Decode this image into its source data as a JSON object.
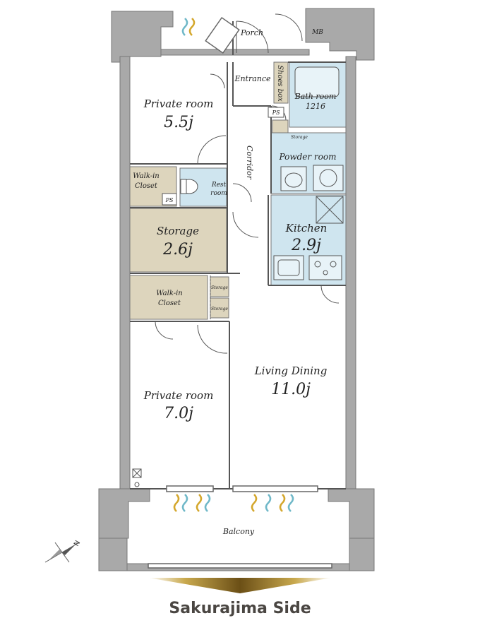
{
  "rooms": {
    "private_room_north": {
      "name": "Private room",
      "size": "5.5j"
    },
    "walkin_closet_north": {
      "line1": "Walk-in",
      "line2": "Closet"
    },
    "rest_room": {
      "line1": "Rest",
      "line2": "room"
    },
    "storage_main": {
      "name": "Storage",
      "size": "2.6j"
    },
    "walkin_closet_mid": {
      "line1": "Walk-in",
      "line2": "Closet"
    },
    "storage_small_top": "Storage",
    "storage_small_bottom": "Storage",
    "private_room_south": {
      "name": "Private room",
      "size": "7.0j"
    },
    "porch": "Porch",
    "mb": "MB",
    "entrance": "Entrance",
    "shoes_box": "Shoes box",
    "bath_room": {
      "name": "Bath room",
      "size": "1216"
    },
    "ps_bath": "PS",
    "ps_toilet": "PS",
    "storage_powder": "Storage",
    "powder_room": "Powder room",
    "corridor": "Corridor",
    "kitchen": {
      "name": "Kitchen",
      "size": "2.9j"
    },
    "living_dining": {
      "name": "Living Dining",
      "size": "11.0j"
    },
    "balcony": "Balcony"
  },
  "compass": {
    "label": "N"
  },
  "orientation": {
    "label": "Sakurajima Side"
  },
  "colors": {
    "wall": "#a9a9a9",
    "storage_fill": "#ddd5bd",
    "wet_area_fill": "#cfe5ef",
    "gold": "#9a7a2c",
    "caption_text": "#4a4642"
  }
}
